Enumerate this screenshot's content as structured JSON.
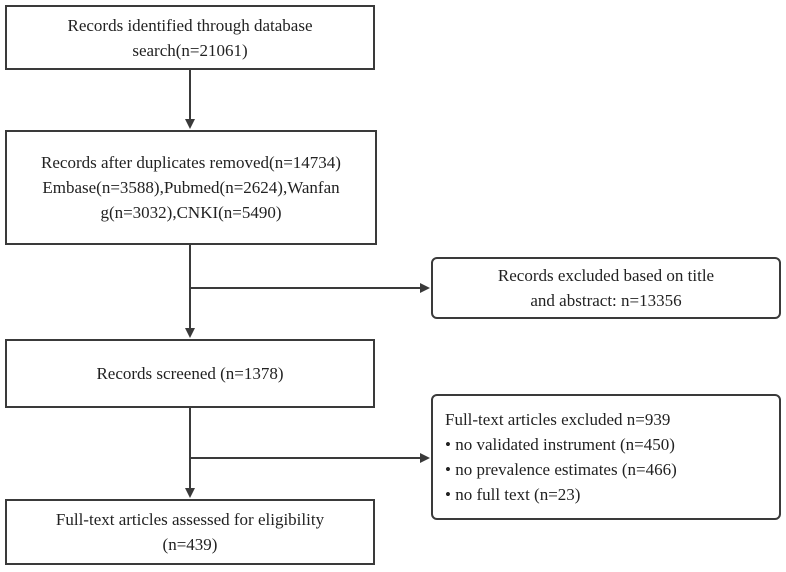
{
  "boxes": {
    "identified": {
      "lines": [
        "Records identified through database",
        "search(n=21061)"
      ]
    },
    "duplicates_removed": {
      "lines": [
        "Records after duplicates removed(n=14734)",
        "Embase(n=3588),Pubmed(n=2624),Wanfan",
        "g(n=3032),CNKI(n=5490)"
      ]
    },
    "excluded_title_abstract": {
      "lines": [
        "Records excluded based on title",
        "and abstract: n=13356"
      ]
    },
    "screened": {
      "lines": [
        "Records screened (n=1378)"
      ]
    },
    "fulltext_excluded": {
      "lines": [
        "Full-text articles excluded n=939",
        "• no validated instrument (n=450)",
        "• no prevalence estimates (n=466)",
        "• no full text (n=23)"
      ]
    },
    "assessed_eligibility": {
      "lines": [
        "Full-text articles assessed for eligibility",
        "(n=439)"
      ]
    }
  },
  "colors": {
    "stroke": "#3a3a3a",
    "text": "#222222",
    "background": "#ffffff"
  }
}
